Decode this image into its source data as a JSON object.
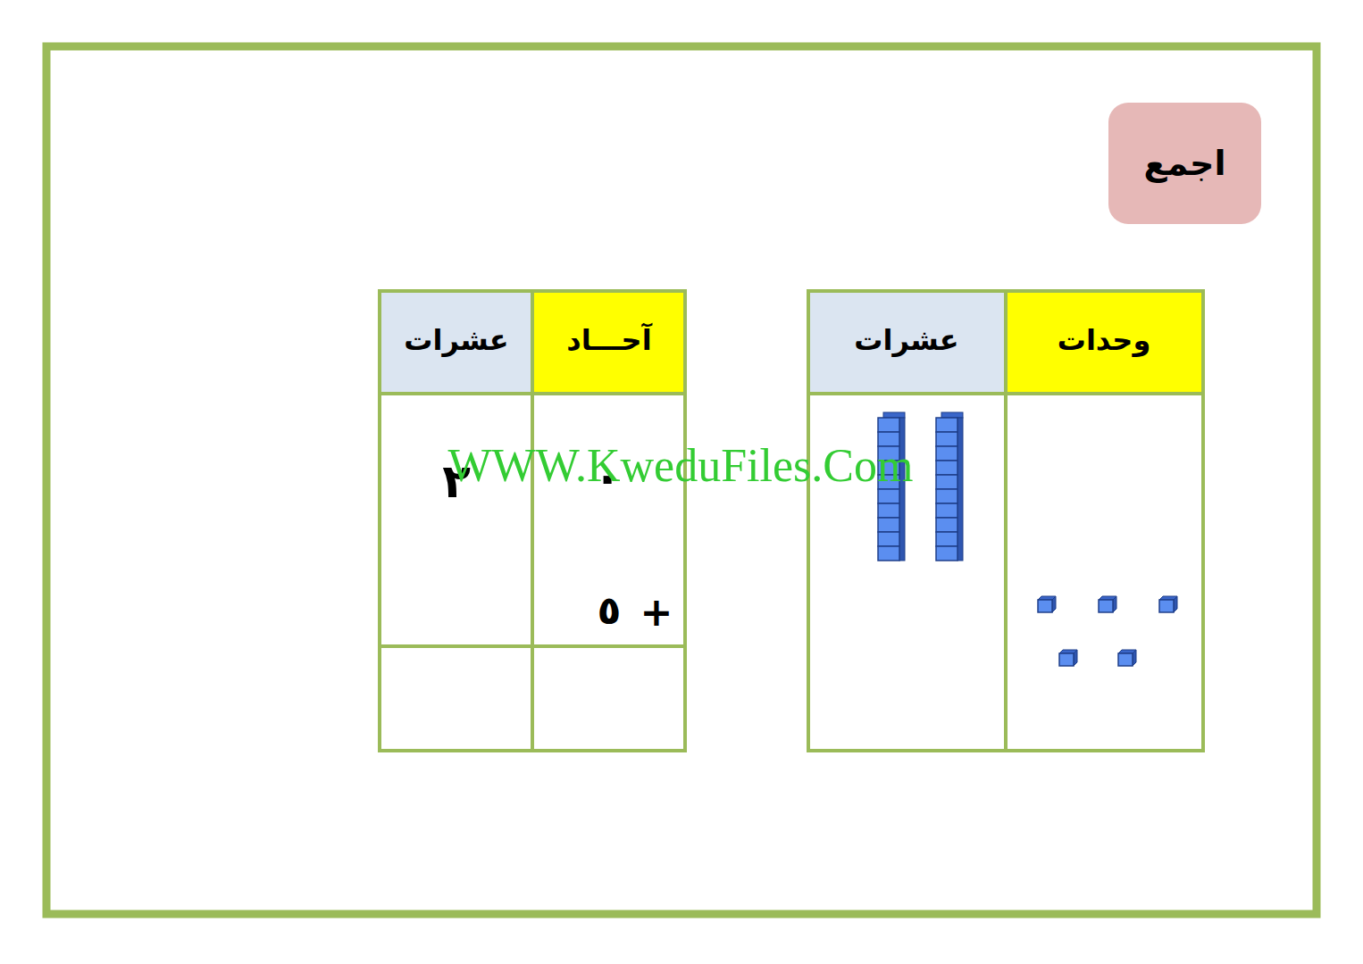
{
  "diagram": {
    "nodes": [
      {
        "text": [
          "اجمع"
        ]
      }
    ],
    "labels": [
      "وحدات",
      "عشرات",
      "آحـــاد",
      "عشرات",
      "٢",
      "٠",
      "+",
      "٥",
      "WWW.KweduFiles.Com"
    ]
  }
}
